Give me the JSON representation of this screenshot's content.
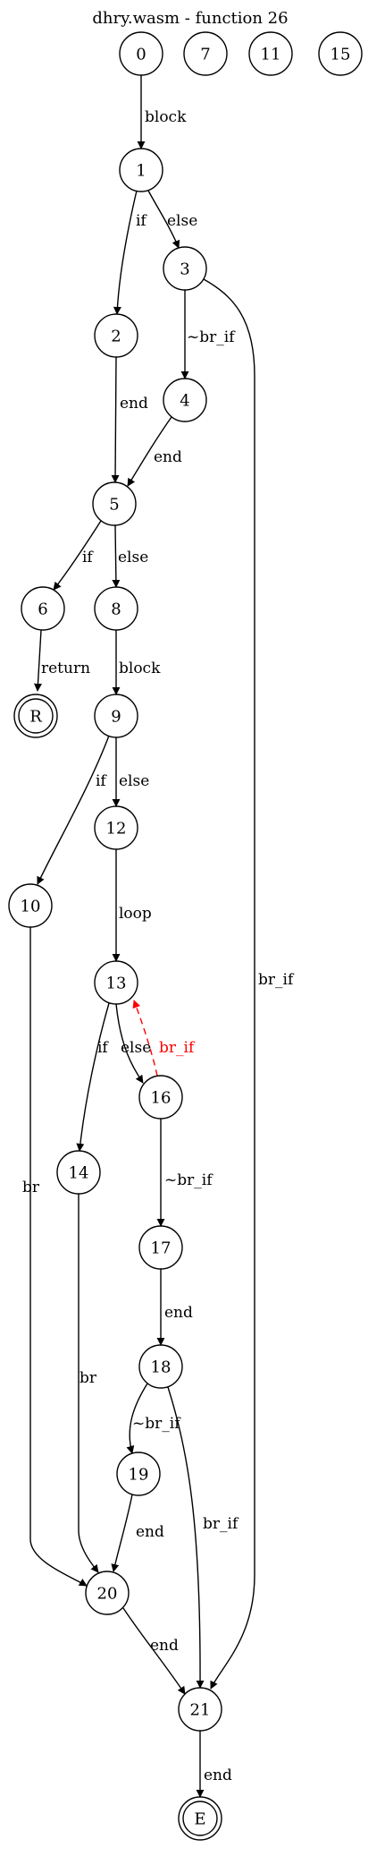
{
  "title": "dhry.wasm - function 26",
  "colors": {
    "default": "#000000",
    "back_edge": "#ff0000"
  },
  "nodes": [
    {
      "id": "n0",
      "label": "0"
    },
    {
      "id": "n7",
      "label": "7"
    },
    {
      "id": "n11",
      "label": "11"
    },
    {
      "id": "n15",
      "label": "15"
    },
    {
      "id": "n1",
      "label": "1"
    },
    {
      "id": "n2",
      "label": "2"
    },
    {
      "id": "n3",
      "label": "3"
    },
    {
      "id": "n4",
      "label": "4"
    },
    {
      "id": "n5",
      "label": "5"
    },
    {
      "id": "n6",
      "label": "6"
    },
    {
      "id": "n8",
      "label": "8"
    },
    {
      "id": "nR",
      "label": "R",
      "shape": "double-circle"
    },
    {
      "id": "n9",
      "label": "9"
    },
    {
      "id": "n10",
      "label": "10"
    },
    {
      "id": "n12",
      "label": "12"
    },
    {
      "id": "n13",
      "label": "13"
    },
    {
      "id": "n14",
      "label": "14"
    },
    {
      "id": "n16",
      "label": "16"
    },
    {
      "id": "n17",
      "label": "17"
    },
    {
      "id": "n18",
      "label": "18"
    },
    {
      "id": "n19",
      "label": "19"
    },
    {
      "id": "n20",
      "label": "20"
    },
    {
      "id": "n21",
      "label": "21"
    },
    {
      "id": "nE",
      "label": "E",
      "shape": "double-circle"
    }
  ],
  "edges": [
    {
      "id": "e0_1",
      "from": "n0",
      "to": "n1",
      "label": "block"
    },
    {
      "id": "e1_2",
      "from": "n1",
      "to": "n2",
      "label": "if"
    },
    {
      "id": "e1_3",
      "from": "n1",
      "to": "n3",
      "label": "else"
    },
    {
      "id": "e3_4",
      "from": "n3",
      "to": "n4",
      "label": "~br_if"
    },
    {
      "id": "e3_21",
      "from": "n3",
      "to": "n21",
      "label": "br_if"
    },
    {
      "id": "e2_5",
      "from": "n2",
      "to": "n5",
      "label": "end"
    },
    {
      "id": "e4_5",
      "from": "n4",
      "to": "n5",
      "label": "end"
    },
    {
      "id": "e5_6",
      "from": "n5",
      "to": "n6",
      "label": "if"
    },
    {
      "id": "e5_8",
      "from": "n5",
      "to": "n8",
      "label": "else"
    },
    {
      "id": "e6_R",
      "from": "n6",
      "to": "nR",
      "label": "return"
    },
    {
      "id": "e8_9",
      "from": "n8",
      "to": "n9",
      "label": "block"
    },
    {
      "id": "e9_10",
      "from": "n9",
      "to": "n10",
      "label": "if"
    },
    {
      "id": "e9_12",
      "from": "n9",
      "to": "n12",
      "label": "else"
    },
    {
      "id": "e12_13",
      "from": "n12",
      "to": "n13",
      "label": "loop"
    },
    {
      "id": "e13_14",
      "from": "n13",
      "to": "n14",
      "label": "if"
    },
    {
      "id": "e13_16",
      "from": "n13",
      "to": "n16",
      "label": "else"
    },
    {
      "id": "e16_13",
      "from": "n16",
      "to": "n13",
      "label": "br_if",
      "style": "back_edge"
    },
    {
      "id": "e16_17",
      "from": "n16",
      "to": "n17",
      "label": "~br_if"
    },
    {
      "id": "e17_18",
      "from": "n17",
      "to": "n18",
      "label": "end"
    },
    {
      "id": "e18_19",
      "from": "n18",
      "to": "n19",
      "label": "~br_if"
    },
    {
      "id": "e18_21",
      "from": "n18",
      "to": "n21",
      "label": "br_if"
    },
    {
      "id": "e10_20",
      "from": "n10",
      "to": "n20",
      "label": "br"
    },
    {
      "id": "e14_20",
      "from": "n14",
      "to": "n20",
      "label": "br"
    },
    {
      "id": "e19_20",
      "from": "n19",
      "to": "n20",
      "label": "end"
    },
    {
      "id": "e20_21",
      "from": "n20",
      "to": "n21",
      "label": "end"
    },
    {
      "id": "e21_E",
      "from": "n21",
      "to": "nE",
      "label": "end"
    }
  ]
}
